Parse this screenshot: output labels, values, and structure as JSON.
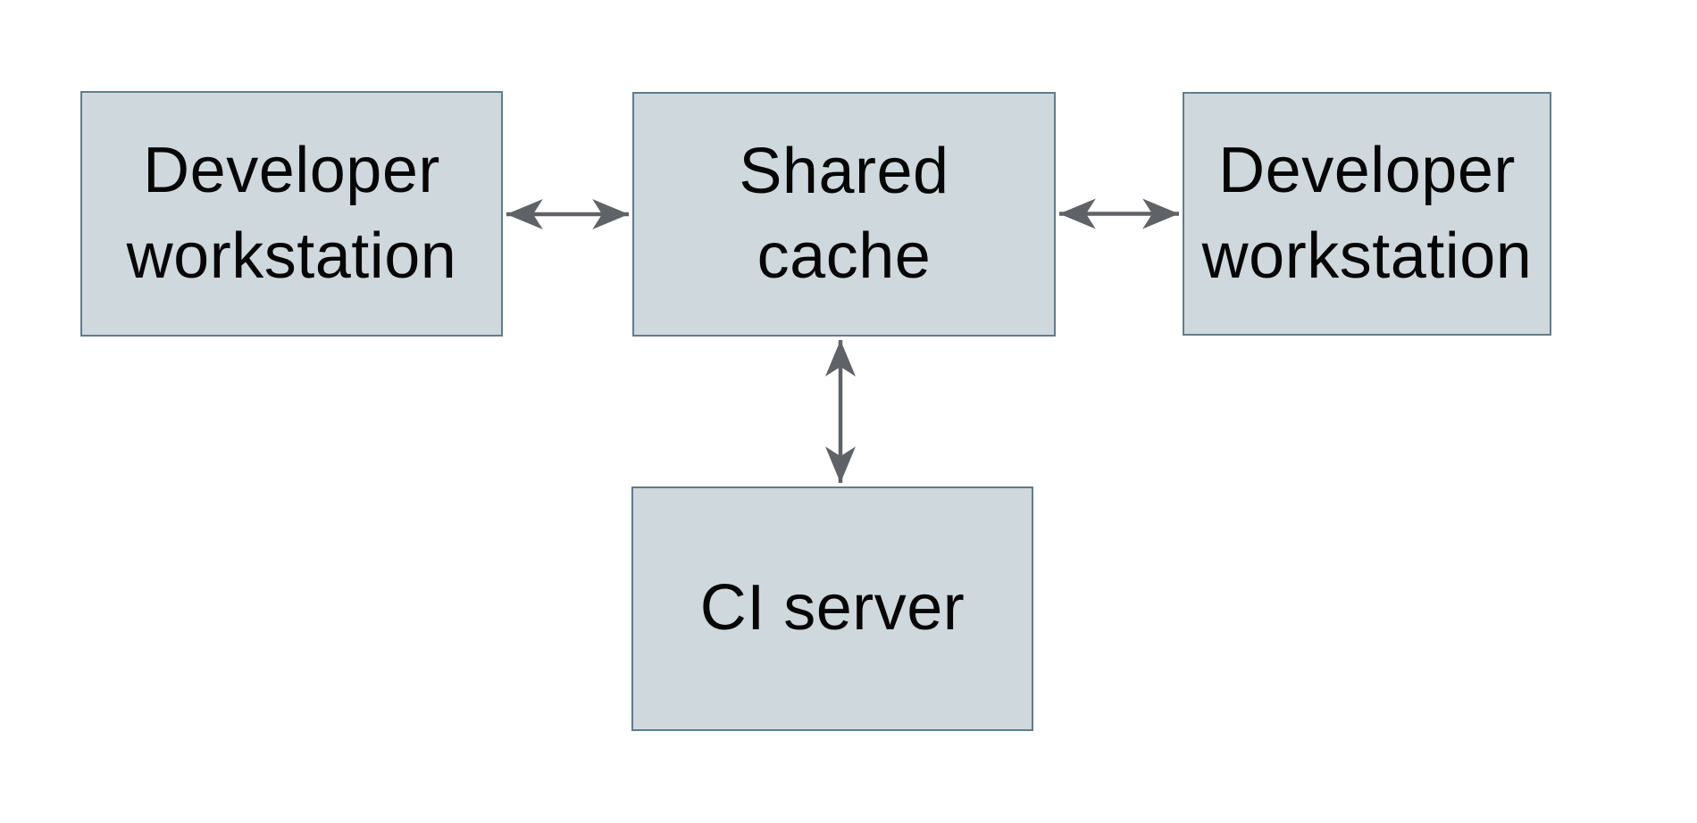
{
  "diagram": {
    "type": "architecture-diagram",
    "background_color": "#ffffff",
    "node_fill_color": "#cfd8dc",
    "node_border_color": "#607d8b",
    "arrow_color": "#5f6368",
    "text_color": "#060606",
    "nodes": [
      {
        "id": "developer-workstation-left",
        "label": "Developer\nworkstation"
      },
      {
        "id": "shared-cache",
        "label": "Shared\ncache"
      },
      {
        "id": "developer-workstation-right",
        "label": "Developer\nworkstation"
      },
      {
        "id": "ci-server",
        "label": "CI server"
      }
    ],
    "edges": [
      {
        "from": "developer-workstation-left",
        "to": "shared-cache",
        "direction": "bidirectional"
      },
      {
        "from": "shared-cache",
        "to": "developer-workstation-right",
        "direction": "bidirectional"
      },
      {
        "from": "shared-cache",
        "to": "ci-server",
        "direction": "bidirectional"
      }
    ]
  }
}
